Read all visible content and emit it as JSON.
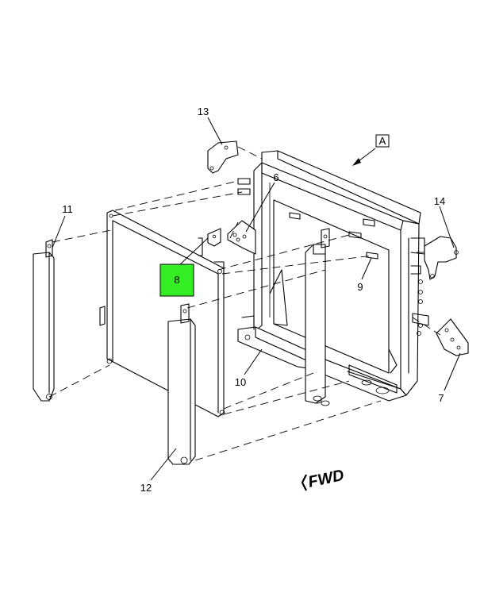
{
  "view_label": "A",
  "direction_label": "FWD",
  "callouts": {
    "c6": "6",
    "c7": "7",
    "c8": "8",
    "c9": "9",
    "c10": "10",
    "c11": "11",
    "c12": "12",
    "c13": "13",
    "c14": "14"
  },
  "highlight_color": "#33ee22"
}
